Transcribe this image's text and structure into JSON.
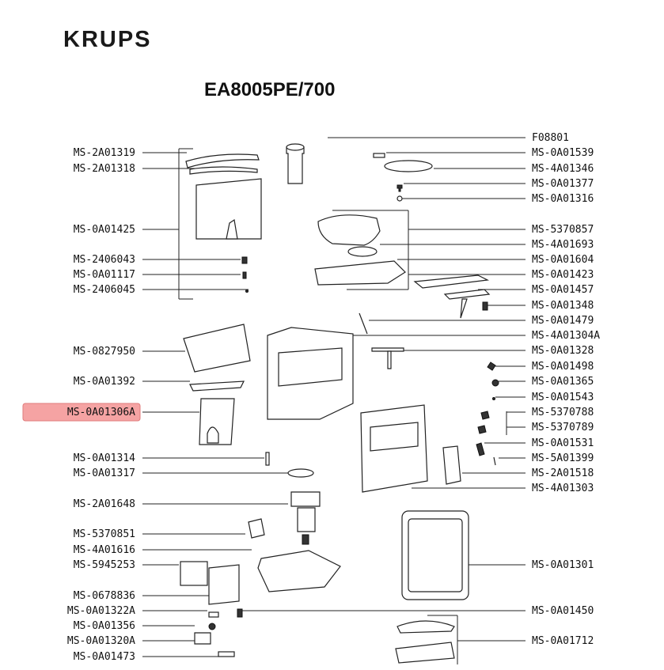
{
  "brand": "KRUPS",
  "model": "EA8005PE/700",
  "highlight_color": "#f5a3a3",
  "left_labels": [
    {
      "code": "MS-2A01319",
      "highlighted": false
    },
    {
      "code": "MS-2A01318",
      "highlighted": false
    },
    {
      "code": "MS-0A01425",
      "highlighted": false
    },
    {
      "code": "MS-2406043",
      "highlighted": false
    },
    {
      "code": "MS-0A01117",
      "highlighted": false
    },
    {
      "code": "MS-2406045",
      "highlighted": false
    },
    {
      "code": "MS-0827950",
      "highlighted": false
    },
    {
      "code": "MS-0A01392",
      "highlighted": false
    },
    {
      "code": "MS-0A01306A",
      "highlighted": true
    },
    {
      "code": "MS-0A01314",
      "highlighted": false
    },
    {
      "code": "MS-0A01317",
      "highlighted": false
    },
    {
      "code": "MS-2A01648",
      "highlighted": false
    },
    {
      "code": "MS-5370851",
      "highlighted": false
    },
    {
      "code": "MS-4A01616",
      "highlighted": false
    },
    {
      "code": "MS-5945253",
      "highlighted": false
    },
    {
      "code": "MS-0678836",
      "highlighted": false
    },
    {
      "code": "MS-0A01322A",
      "highlighted": false
    },
    {
      "code": "MS-0A01356",
      "highlighted": false
    },
    {
      "code": "MS-0A01320A",
      "highlighted": false
    },
    {
      "code": "MS-0A01473",
      "highlighted": false
    }
  ],
  "right_labels": [
    {
      "code": "F08801"
    },
    {
      "code": "MS-0A01539"
    },
    {
      "code": "MS-4A01346"
    },
    {
      "code": "MS-0A01377"
    },
    {
      "code": "MS-0A01316"
    },
    {
      "code": "MS-5370857"
    },
    {
      "code": "MS-4A01693"
    },
    {
      "code": "MS-0A01604"
    },
    {
      "code": "MS-0A01423"
    },
    {
      "code": "MS-0A01457"
    },
    {
      "code": "MS-0A01348"
    },
    {
      "code": "MS-0A01479"
    },
    {
      "code": "MS-4A01304A"
    },
    {
      "code": "MS-0A01328"
    },
    {
      "code": "MS-0A01498"
    },
    {
      "code": "MS-0A01365"
    },
    {
      "code": "MS-0A01543"
    },
    {
      "code": "MS-5370788"
    },
    {
      "code": "MS-5370789"
    },
    {
      "code": "MS-0A01531"
    },
    {
      "code": "MS-5A01399"
    },
    {
      "code": "MS-2A01518"
    },
    {
      "code": "MS-4A01303"
    },
    {
      "code": "MS-0A01301"
    },
    {
      "code": "MS-0A01450"
    },
    {
      "code": "MS-0A01712"
    }
  ]
}
